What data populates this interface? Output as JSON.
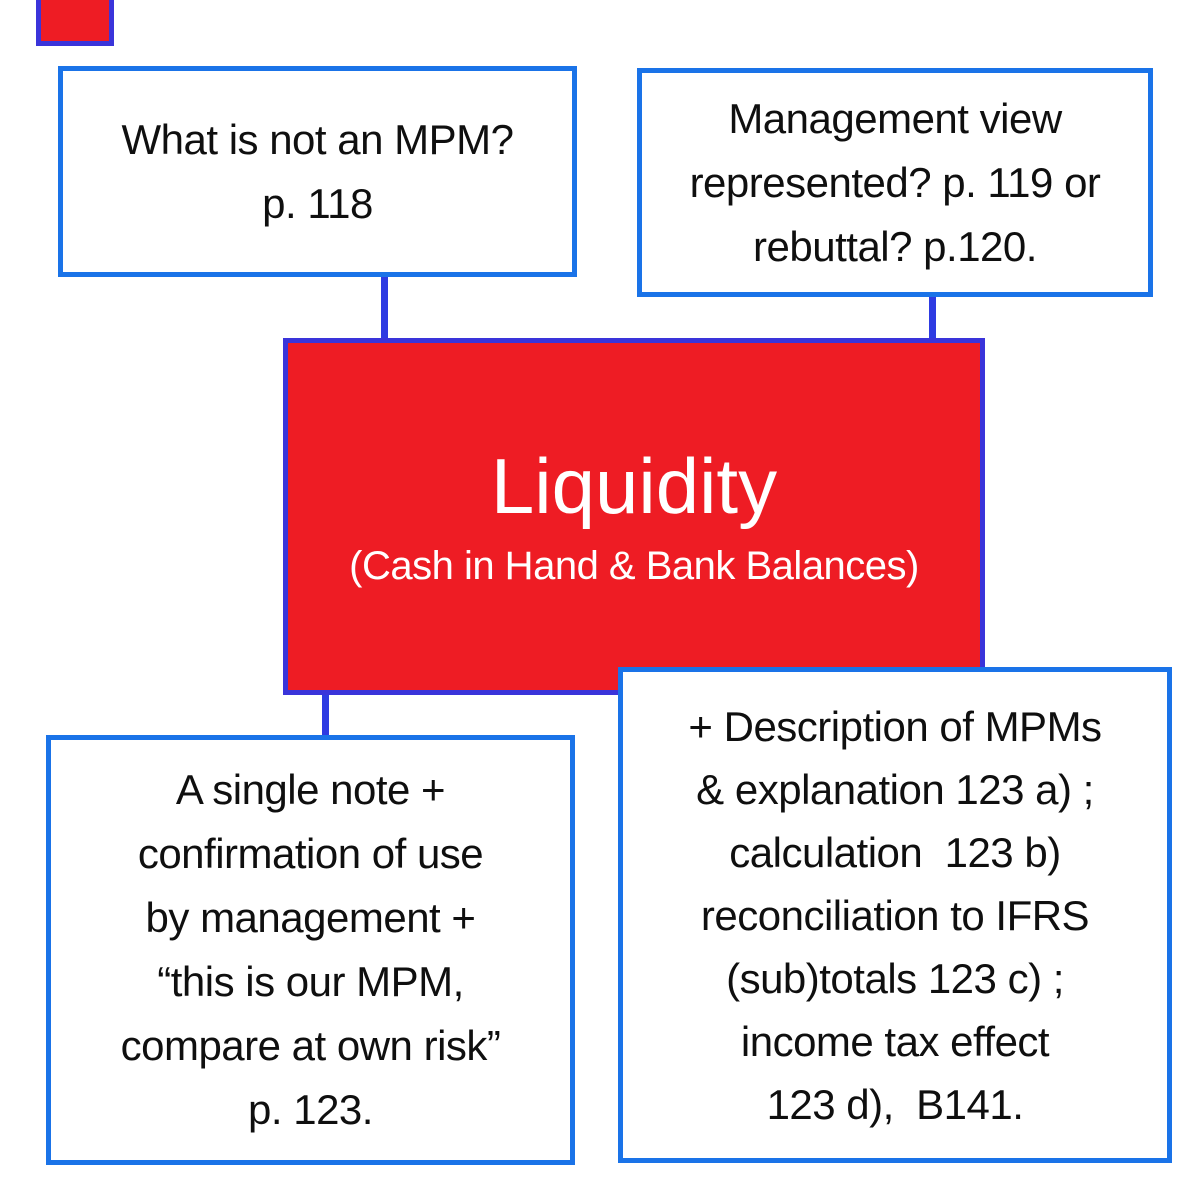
{
  "diagram": {
    "center": {
      "title": "Liquidity",
      "subtitle": "(Cash in Hand & Bank Balances)"
    },
    "nodes": {
      "top_left": {
        "lines": [
          "What is not an MPM?",
          "p. 118"
        ]
      },
      "top_right": {
        "lines": [
          "Management view",
          "represented? p. 119 or",
          "rebuttal? p.120."
        ]
      },
      "bottom_left": {
        "lines": [
          "A single note +",
          "confirmation of use",
          "by management +",
          "“this is our MPM,",
          "compare at own risk”",
          "p. 123."
        ]
      },
      "bottom_right": {
        "lines": [
          "+ Description of MPMs",
          "& explanation 123 a) ;",
          "calculation  123 b)",
          "reconciliation to IFRS",
          "(sub)totals 123 c) ;",
          "income tax effect",
          "123 d),  B141."
        ]
      }
    },
    "colors": {
      "node_border": "#1a73e8",
      "connector": "#2e3be2",
      "center_fill": "#ee1c24",
      "center_border": "#3a34da",
      "text": "#0f0f0f",
      "center_text": "#ffffff"
    }
  }
}
